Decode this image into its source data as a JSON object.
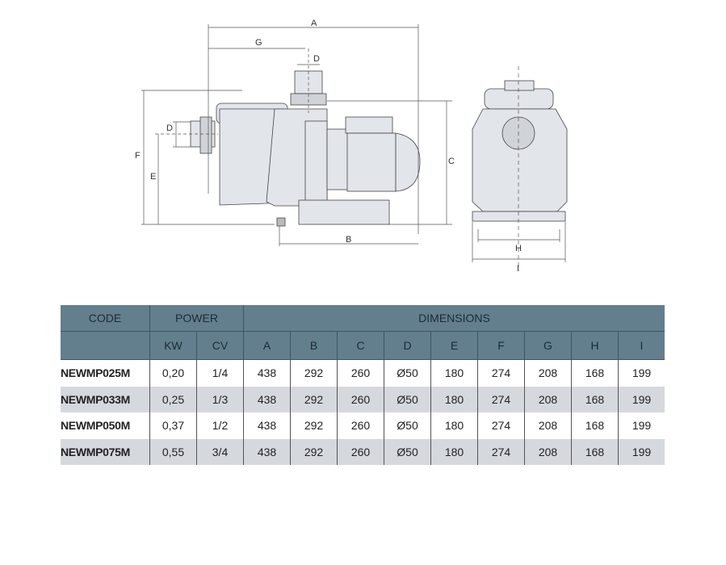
{
  "drawing": {
    "labels": {
      "A": "A",
      "B": "B",
      "C": "C",
      "D": "D",
      "E": "E",
      "F": "F",
      "G": "G",
      "H": "H",
      "I": "I"
    }
  },
  "table": {
    "header": {
      "code": "CODE",
      "power": "POWER",
      "dimensions": "DIMENSIONS"
    },
    "subheaders": [
      "KW",
      "CV",
      "A",
      "B",
      "C",
      "D",
      "E",
      "F",
      "G",
      "H",
      "I"
    ],
    "rows": [
      {
        "code": "NEWMP025M",
        "values": [
          "0,20",
          "1/4",
          "438",
          "292",
          "260",
          "Ø50",
          "180",
          "274",
          "208",
          "168",
          "199"
        ]
      },
      {
        "code": "NEWMP033M",
        "values": [
          "0,25",
          "1/3",
          "438",
          "292",
          "260",
          "Ø50",
          "180",
          "274",
          "208",
          "168",
          "199"
        ]
      },
      {
        "code": "NEWMP050M",
        "values": [
          "0,37",
          "1/2",
          "438",
          "292",
          "260",
          "Ø50",
          "180",
          "274",
          "208",
          "168",
          "199"
        ]
      },
      {
        "code": "NEWMP075M",
        "values": [
          "0,55",
          "3/4",
          "438",
          "292",
          "260",
          "Ø50",
          "180",
          "274",
          "208",
          "168",
          "199"
        ]
      }
    ]
  },
  "colors": {
    "header": "#637f8e",
    "stripe": "#d5d8dd",
    "body": "#e2e5ea"
  }
}
